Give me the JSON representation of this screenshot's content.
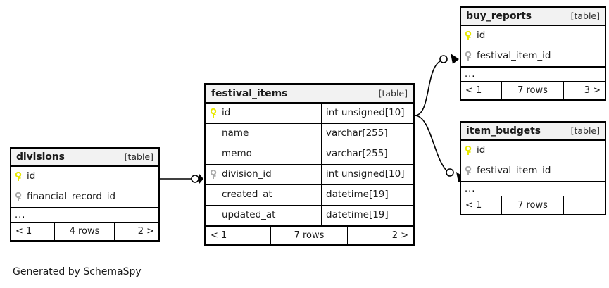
{
  "diagram": {
    "caption": "Generated by SchemaSpy",
    "table_kind_label": "[table]",
    "ellipsis": "...",
    "colors": {
      "primary_key": "#e8e800",
      "foreign_key": "#aaaaaa",
      "header_background": "#f2f2f2",
      "border": "#000000",
      "canvas": "#ffffff"
    }
  },
  "tables": {
    "divisions": {
      "name": "divisions",
      "kind": "[table]",
      "columns": [
        {
          "key": "primary",
          "name": "id"
        },
        {
          "key": "foreign",
          "name": "financial_record_id"
        }
      ],
      "footer": {
        "prev": "< 1",
        "rows": "4 rows",
        "next": "2 >"
      }
    },
    "festival_items": {
      "name": "festival_items",
      "kind": "[table]",
      "columns": [
        {
          "key": "primary",
          "name": "id",
          "type": "int unsigned[10]"
        },
        {
          "key": "none",
          "name": "name",
          "type": "varchar[255]"
        },
        {
          "key": "none",
          "name": "memo",
          "type": "varchar[255]"
        },
        {
          "key": "foreign",
          "name": "division_id",
          "type": "int unsigned[10]"
        },
        {
          "key": "none",
          "name": "created_at",
          "type": "datetime[19]"
        },
        {
          "key": "none",
          "name": "updated_at",
          "type": "datetime[19]"
        }
      ],
      "footer": {
        "prev": "< 1",
        "rows": "7 rows",
        "next": "2 >"
      }
    },
    "buy_reports": {
      "name": "buy_reports",
      "kind": "[table]",
      "columns": [
        {
          "key": "primary",
          "name": "id"
        },
        {
          "key": "foreign",
          "name": "festival_item_id"
        }
      ],
      "footer": {
        "prev": "< 1",
        "rows": "7 rows",
        "next": "3 >"
      }
    },
    "item_budgets": {
      "name": "item_budgets",
      "kind": "[table]",
      "columns": [
        {
          "key": "primary",
          "name": "id"
        },
        {
          "key": "foreign",
          "name": "festival_item_id"
        }
      ],
      "footer": {
        "prev": "< 1",
        "rows": "7 rows",
        "next": ""
      }
    }
  },
  "relationships": [
    {
      "from": "divisions.id",
      "to": "festival_items.division_id",
      "from_cardinality": "one",
      "to_cardinality": "zero-or-many"
    },
    {
      "from": "festival_items.id",
      "to": "buy_reports.festival_item_id",
      "from_cardinality": "one",
      "to_cardinality": "zero-or-many"
    },
    {
      "from": "festival_items.id",
      "to": "item_budgets.festival_item_id",
      "from_cardinality": "one",
      "to_cardinality": "zero-or-many"
    }
  ]
}
